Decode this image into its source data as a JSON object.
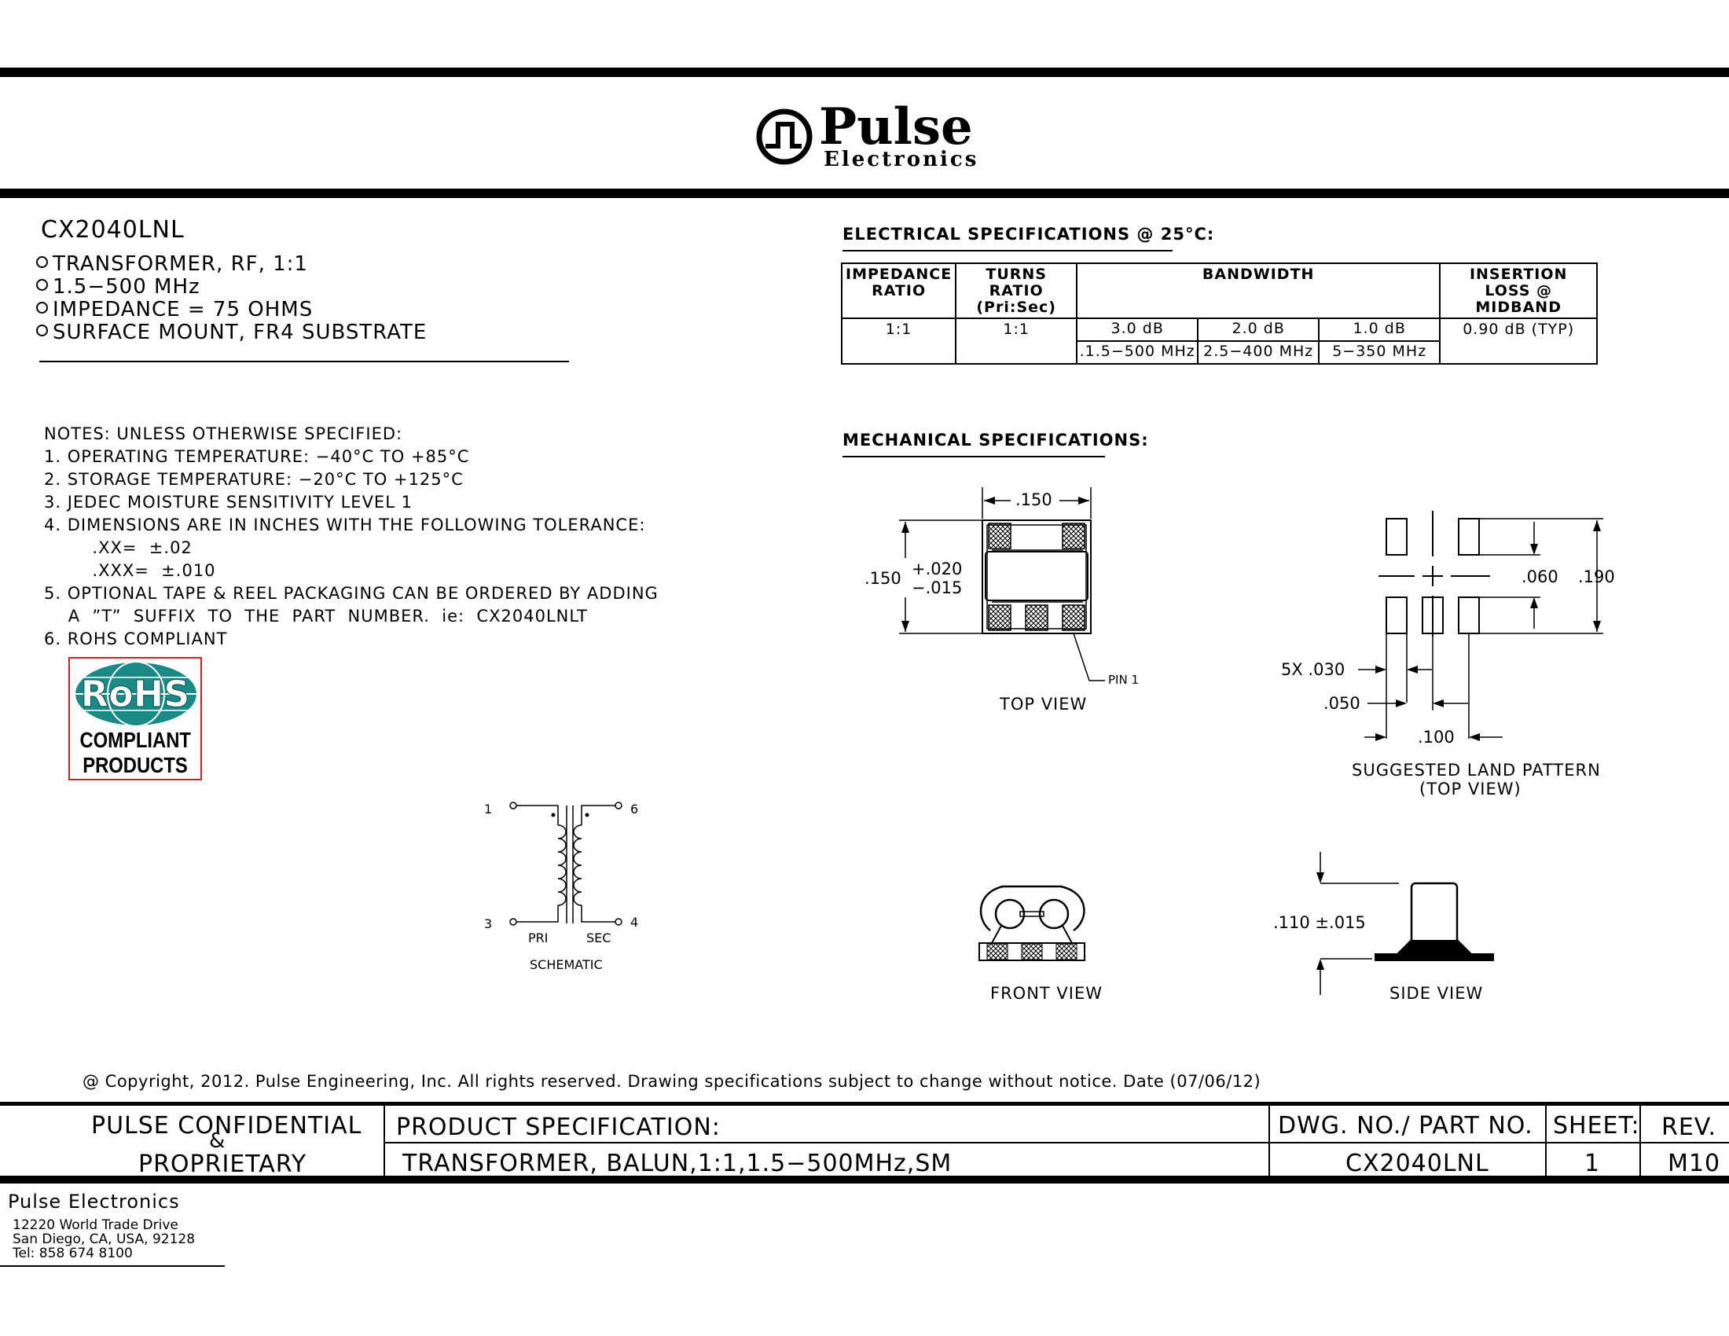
{
  "logo": {
    "brand": "Pulse",
    "sub": "Electronics",
    "colors": {
      "ink": "#000000"
    }
  },
  "product": {
    "part_number": "CX2040LNL",
    "features": [
      "TRANSFORMER,  RF,  1:1",
      "1.5−500  MHz",
      "IMPEDANCE  =  75  OHMS",
      "SURFACE  MOUNT,  FR4  SUBSTRATE"
    ]
  },
  "notes": {
    "title": "NOTES:  UNLESS  OTHERWISE  SPECIFIED:",
    "items": [
      "1. OPERATING  TEMPERATURE:  −40°C  TO  +85°C",
      "2. STORAGE  TEMPERATURE:  −20°C  TO  +125°C",
      "3. JEDEC  MOISTURE  SENSITIVITY  LEVEL  1",
      "4. DIMENSIONS  ARE  IN  INCHES  WITH  THE  FOLLOWING  TOLERANCE:",
      "        .XX=  ±.02",
      "        .XXX=  ±.010",
      "5. OPTIONAL  TAPE  &  REEL  PACKAGING  CAN  BE  ORDERED  BY  ADDING",
      "    A  ”T”  SUFFIX  TO  THE  PART  NUMBER.  ie:  CX2040LNLT",
      "6. ROHS  COMPLIANT"
    ]
  },
  "rohs": {
    "globe_text": "RoHS",
    "line1": "COMPLIANT",
    "line2": "PRODUCTS",
    "colors": {
      "globe": "#1a8a86",
      "border": "#cc2222"
    }
  },
  "electrical": {
    "heading": "ELECTRICAL  SPECIFICATIONS  @  25°C:",
    "headers": {
      "impedance": "IMPEDANCE RATIO",
      "turns": "TURNS  RATIO (Pri:Sec)",
      "bandwidth": "BANDWIDTH",
      "insertion": "INSERTION  LOSS @  MIDBAND"
    },
    "impedance_ratio": "1:1",
    "turns_ratio": "1:1",
    "bandwidth": [
      {
        "db": "3.0  dB",
        "range": ".1.5−500  MHz"
      },
      {
        "db": "2.0  dB",
        "range": "2.5−400  MHz"
      },
      {
        "db": "1.0  dB",
        "range": "5−350  MHz"
      }
    ],
    "insertion_loss": "0.90  dB  (TYP)"
  },
  "mechanical": {
    "heading": "MECHANICAL  SPECIFICATIONS:",
    "top_view": {
      "width_dim": ".150",
      "height_dim": ".150",
      "tol_plus": "+.020",
      "tol_minus": "−.015",
      "pin_label": "PIN 1",
      "caption": "TOP  VIEW"
    },
    "land_pattern": {
      "dim_060": ".060",
      "dim_190": ".190",
      "dim_030": "5X  .030",
      "dim_050": ".050",
      "dim_100": ".100",
      "caption_1": "SUGGESTED  LAND  PATTERN",
      "caption_2": "(TOP  VIEW)"
    },
    "front_view": {
      "caption": "FRONT  VIEW"
    },
    "side_view": {
      "height_dim": ".110  ±.015",
      "caption": "SIDE  VIEW"
    }
  },
  "schematic": {
    "pins": {
      "p1": "1",
      "p3": "3",
      "p6": "6",
      "p4": "4"
    },
    "pri": "PRI",
    "sec": "SEC",
    "caption": "SCHEMATIC"
  },
  "copyright": "@  Copyright,  2012.  Pulse  Engineering,  Inc.  All  rights  reserved.  Drawing  specifications  subject  to  change  without  notice.  Date  (07/06/12)",
  "title_block": {
    "confidential_1": "PULSE  CONFIDENTIAL",
    "confidential_amp": "&",
    "confidential_2": "PROPRIETARY",
    "spec_label": "PRODUCT  SPECIFICATION:",
    "spec_value": "TRANSFORMER,  BALUN,1:1,1.5−500MHz,SM",
    "dwg_label": "DWG.  NO./  PART  NO.",
    "dwg_value": "CX2040LNL",
    "sheet_label": "SHEET:",
    "sheet_value": "1",
    "rev_label": "REV.",
    "rev_value": "M10"
  },
  "address": {
    "company": "Pulse  Electronics",
    "line1": "12220  World  Trade  Drive",
    "line2": "San  Diego,  CA,  USA,  92128",
    "line3": "Tel:  858  674  8100"
  }
}
